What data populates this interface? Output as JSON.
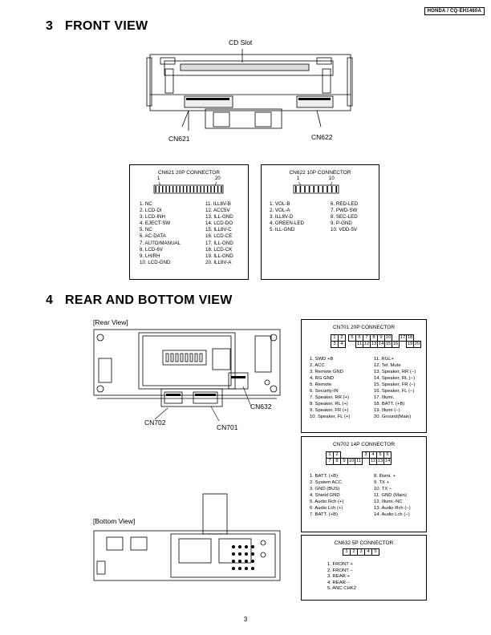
{
  "header": {
    "model": "HONDA / CQ-EH1460A"
  },
  "sections": [
    {
      "number": "3",
      "title": "FRONT VIEW"
    },
    {
      "number": "4",
      "title": "REAR AND BOTTOM VIEW"
    }
  ],
  "front_view": {
    "cd_slot": "CD Slot",
    "cn621": "CN621",
    "cn622": "CN622"
  },
  "cn621": {
    "title": "CN621 20P CONNECTOR",
    "first_pin": "1",
    "last_pin": "20",
    "pins": [
      "1. NC",
      "2. LCD-DI",
      "3. LCD-INH",
      "4. EJECT-SW",
      "5. NC",
      "6. AC-DATA",
      "7. AUTO/MANUAL",
      "8. LCD-6V",
      "9. LH/RH",
      "10. LCD-GND",
      "11. ILL8V-B",
      "12. ACC5V",
      "13. ILL-GND",
      "14. LCD-DO",
      "15. ILL8V-C",
      "16. LCD-CE",
      "17. ILL-GND",
      "18. LCD-CK",
      "19. ILL-GND",
      "20. ILL8V-A"
    ]
  },
  "cn622": {
    "title": "CN622  10P  CONNECTOR",
    "first_pin": "1",
    "last_pin": "10",
    "pins": [
      "1. VOL-B",
      "2. VOL-A",
      "3. ILL8V-D",
      "4. GREEN-LED",
      "5. ILL-GND",
      "6. RED-LED",
      "7. PWD-SW",
      "8. SEC-LED",
      "9. P-GND",
      "10. VDD-5V"
    ]
  },
  "rear_view": {
    "label": "[Rear View]",
    "cn702": "CN702",
    "cn701": "CN701",
    "cn632": "CN632"
  },
  "bottom_view": {
    "label": "[Bottom View]"
  },
  "cn701": {
    "title": "CN701 20P CONNECTOR",
    "row1": [
      "1",
      "2",
      "",
      "5",
      "6",
      "7",
      "8",
      "9",
      "10",
      "",
      "17",
      "18"
    ],
    "row2": [
      "3",
      "4",
      "",
      "",
      "11",
      "12",
      "13",
      "14",
      "15",
      "16",
      "",
      "19",
      "20"
    ],
    "pins": [
      "1.  SWD +B",
      "2.  ACC",
      "3.  Remote GND",
      "4.  RG GND",
      "5.  Remote",
      "6.  Security-IN",
      "7.  Speaker, RR (+)",
      "8.  Speaker, RL (+)",
      "9.  Speaker, FR (+)",
      "10.  Speaker, FL (+)",
      "11.  RGL+",
      "12.  Tel. Mute",
      "13.  Speaker, RR (−)",
      "14.  Speaker, RL (−)",
      "15.  Speaker, FR (−)",
      "16.  Speaker, FL (−)",
      "17.  Illumi.",
      "18.  BATT. (+B)",
      "19.  Illumi (−)",
      "20.  Ground(Main)"
    ]
  },
  "cn702": {
    "title": "CN702  14P CONNECTOR",
    "row1": [
      "1",
      "2",
      "",
      "",
      "",
      "3",
      "4",
      "5",
      "6"
    ],
    "row2": [
      "7",
      "8",
      "9",
      "10",
      "11",
      "",
      "12",
      "13",
      "14"
    ],
    "pins": [
      "1.  BATT. (+B)",
      "2.  System ACC",
      "3.  GND (BUS)",
      "4.  Shield GND",
      "5.  Audio Rch (+)",
      "6.  Audio Lch (+)",
      "7.  BATT. (+B)",
      "8.  Illumi. +",
      "9.  TX +",
      "10.  TX −",
      "11.  GND (Main)",
      "12.  Illumi.-NC",
      "13.  Audio Rch (−)",
      "14.  Audio Lch (−)"
    ]
  },
  "cn632": {
    "title": "CN632  5P CONNECTOR",
    "cells": [
      "1",
      "2",
      "3",
      "4",
      "5"
    ],
    "pins": [
      "1.  FRONT +",
      "2.  FRONT −",
      "3.  REAR +",
      "4.  REAR −",
      "5.  ANC CHK2"
    ]
  },
  "footer": {
    "page_number": "3"
  }
}
